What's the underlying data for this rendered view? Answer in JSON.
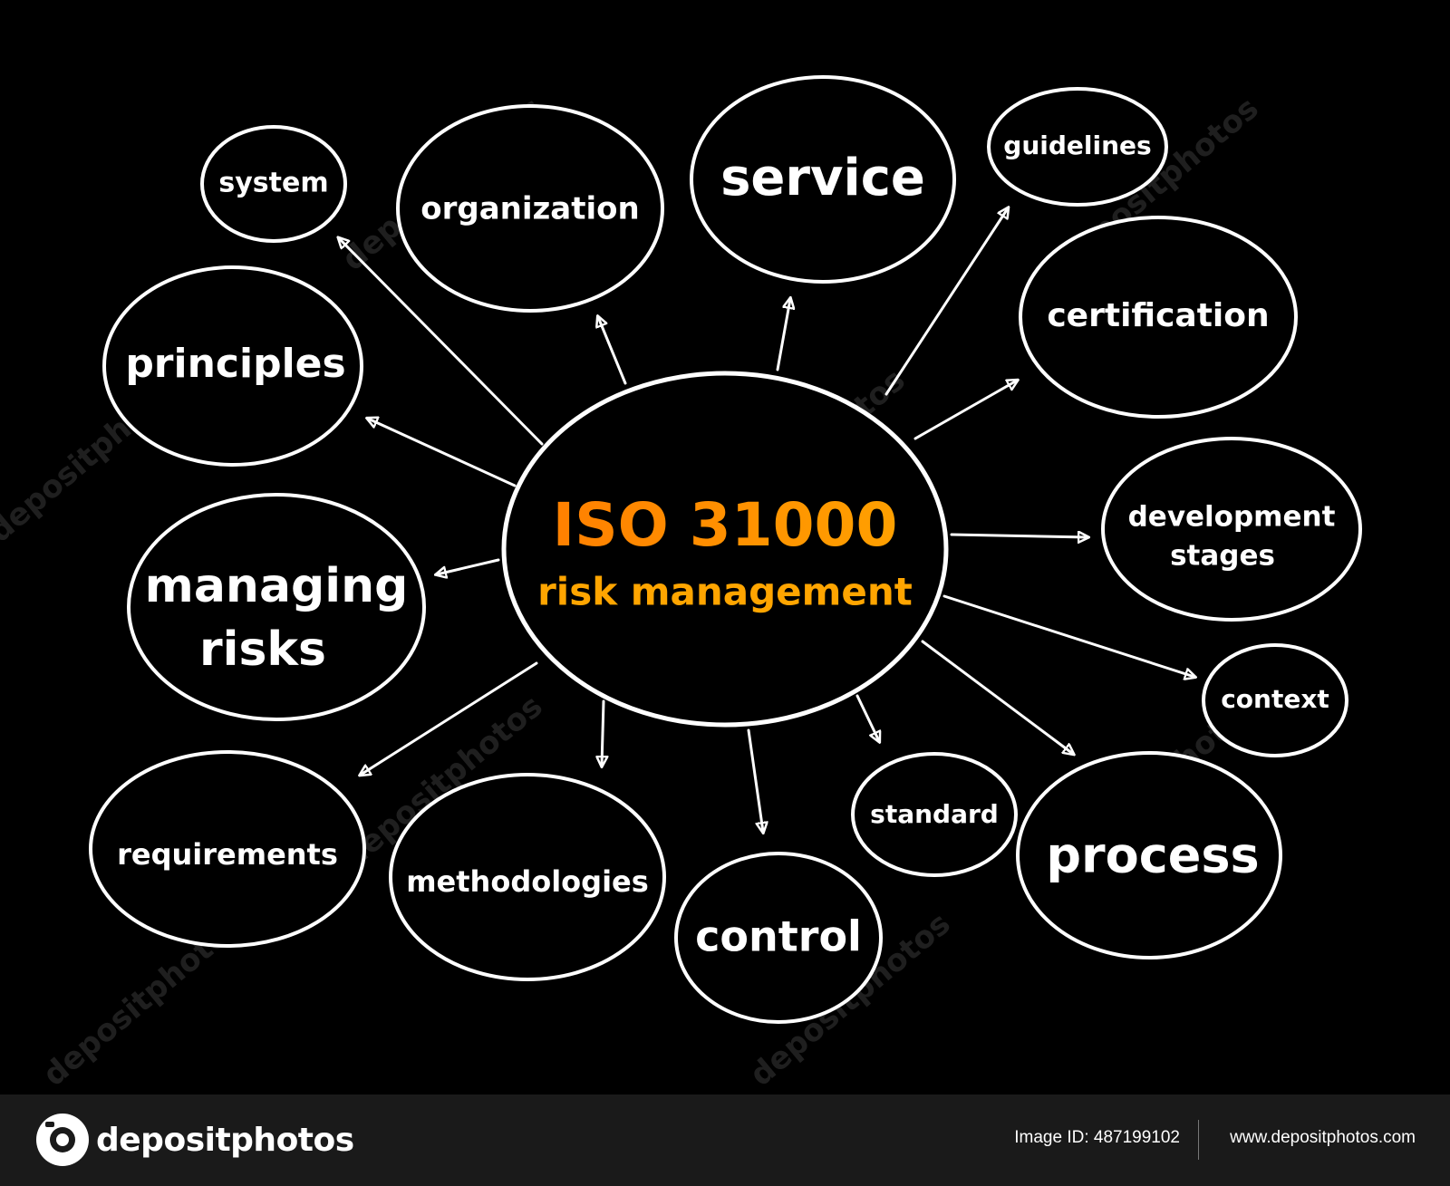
{
  "center": {
    "title": "ISO 31000",
    "subtitle": "risk management"
  },
  "nodes": {
    "system": "system",
    "organization": "organization",
    "service": "service",
    "guidelines": "guidelines",
    "principles": "principles",
    "certification": "certification",
    "managing_risks_line1": "managing",
    "managing_risks_line2": "risks",
    "development_stages_line1": "development",
    "development_stages_line2": "stages",
    "context": "context",
    "requirements": "requirements",
    "methodologies": "methodologies",
    "control": "control",
    "standard": "standard",
    "process": "process"
  },
  "watermark": {
    "text": "depositphotos"
  },
  "footer": {
    "brand": "depositphotos",
    "image_id": "Image ID: 487199102",
    "url": "www.depositphotos.com"
  },
  "colors": {
    "background": "#000000",
    "stroke": "#ffffff",
    "title_orange": "#ff8c00",
    "subtitle_orange": "#ffa500",
    "footer_bg": "#1a1a1a"
  }
}
